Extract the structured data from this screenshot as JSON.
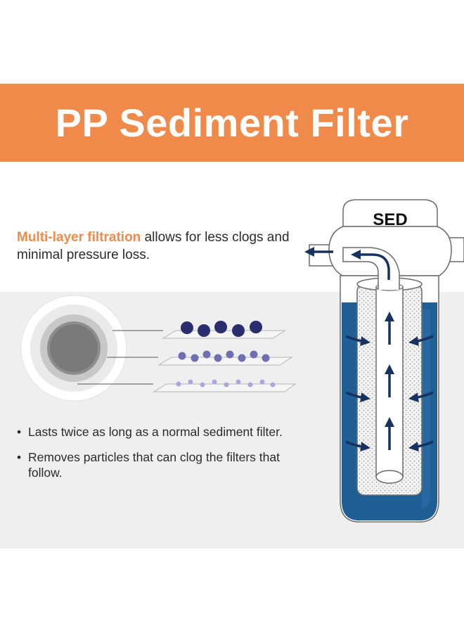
{
  "banner": {
    "title": "PP Sediment Filter"
  },
  "intro": {
    "highlight": "Multi-layer filtration",
    "text": " allows for less clogs and minimal pressure loss."
  },
  "bullets": [
    "Lasts twice as long as a normal sediment filter.",
    "Removes particles that can clog the filters that follow."
  ],
  "housing": {
    "label": "SED"
  },
  "colors": {
    "banner": "#f08a4b",
    "highlight": "#f08a4b",
    "water": "#1f5f96",
    "arrow": "#17325e",
    "panel": "#efefef",
    "particle_large": "#2a2e6e",
    "particle_medium": "#6e6fb1",
    "particle_small": "#a9a8dc"
  },
  "icons": {
    "flow_arrow": "arrow-icon",
    "cross_section": "filter-cross-section-icon"
  }
}
